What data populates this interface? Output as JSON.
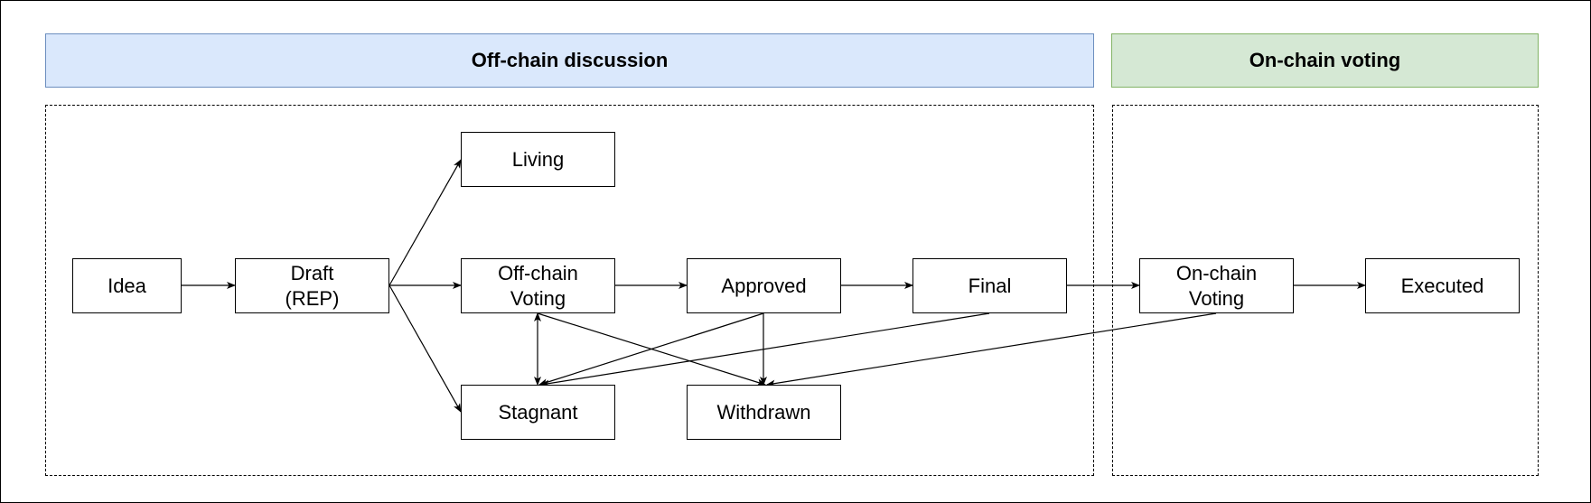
{
  "phases": {
    "offchain": "Off-chain discussion",
    "onchain": "On-chain voting"
  },
  "nodes": {
    "idea": "Idea",
    "draft": "Draft\n(REP)",
    "living": "Living",
    "offchain_voting": "Off-chain\nVoting",
    "approved": "Approved",
    "final": "Final",
    "stagnant": "Stagnant",
    "withdrawn": "Withdrawn",
    "onchain_voting": "On-chain\nVoting",
    "executed": "Executed"
  },
  "edges": [
    {
      "from": "idea",
      "to": "draft"
    },
    {
      "from": "draft",
      "to": "living"
    },
    {
      "from": "draft",
      "to": "offchain_voting"
    },
    {
      "from": "draft",
      "to": "stagnant"
    },
    {
      "from": "offchain_voting",
      "to": "approved"
    },
    {
      "from": "approved",
      "to": "final"
    },
    {
      "from": "final",
      "to": "onchain_voting"
    },
    {
      "from": "onchain_voting",
      "to": "executed"
    },
    {
      "from": "offchain_voting",
      "to": "stagnant",
      "bidirectional": true
    },
    {
      "from": "offchain_voting",
      "to": "withdrawn"
    },
    {
      "from": "approved",
      "to": "stagnant"
    },
    {
      "from": "approved",
      "to": "withdrawn"
    },
    {
      "from": "final",
      "to": "stagnant"
    },
    {
      "from": "onchain_voting",
      "to": "withdrawn"
    }
  ]
}
